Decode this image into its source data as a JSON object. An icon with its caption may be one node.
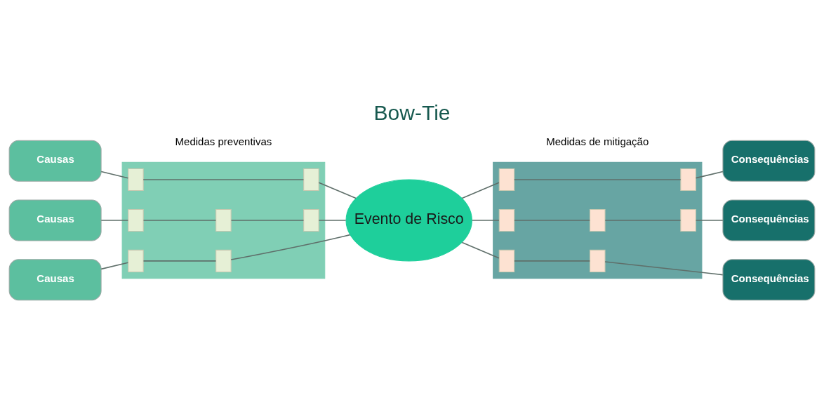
{
  "diagram": {
    "title": "Bow-Tie",
    "nodes": [
      {
        "text": [
          "Causas"
        ]
      },
      {
        "text": [
          "Causas"
        ]
      },
      {
        "text": [
          "Causas"
        ]
      },
      {
        "text": [],
        "shape": "triangle"
      },
      {
        "text": [],
        "shape": "box",
        "in": 3
      },
      {
        "text": [],
        "shape": "box",
        "in": 3
      },
      {
        "text": [],
        "shape": "box",
        "in": 3
      },
      {
        "text": [],
        "shape": "box",
        "in": 3
      },
      {
        "text": [],
        "shape": "box",
        "in": 3
      },
      {
        "text": [],
        "shape": "box",
        "in": 3
      },
      {
        "text": [],
        "shape": "box",
        "in": 3
      },
      {
        "text": [
          "Evento de Risco"
        ]
      },
      {
        "text": [],
        "shape": "triangle"
      },
      {
        "text": [],
        "shape": "box",
        "in": 12
      },
      {
        "text": [],
        "shape": "box",
        "in": 12
      },
      {
        "text": [],
        "shape": "box",
        "in": 12
      },
      {
        "text": [],
        "shape": "box",
        "in": 12
      },
      {
        "text": [],
        "shape": "box",
        "in": 12
      },
      {
        "text": [],
        "shape": "box",
        "in": 12
      },
      {
        "text": [],
        "shape": "box",
        "in": 12
      },
      {
        "text": [
          "Consequências"
        ]
      },
      {
        "text": [
          "Consequências"
        ]
      },
      {
        "text": [
          "Consequências"
        ]
      }
    ],
    "edges": [
      {
        "from": 0,
        "to": 4,
        "arrow": "none"
      },
      {
        "from": 4,
        "to": 5,
        "arrow": "none"
      },
      {
        "from": 5,
        "to": 11,
        "arrow": "none"
      },
      {
        "from": 1,
        "to": 6,
        "arrow": "none"
      },
      {
        "from": 6,
        "to": 7,
        "arrow": "none"
      },
      {
        "from": 7,
        "to": 8,
        "arrow": "none"
      },
      {
        "from": 8,
        "to": 11,
        "arrow": "none"
      },
      {
        "from": 2,
        "to": 9,
        "arrow": "none"
      },
      {
        "from": 9,
        "to": 10,
        "arrow": "none"
      },
      {
        "from": 10,
        "to": 11,
        "arrow": "none"
      },
      {
        "from": 11,
        "to": 13,
        "arrow": "none"
      },
      {
        "from": 13,
        "to": 14,
        "arrow": "none"
      },
      {
        "from": 14,
        "to": 20,
        "arrow": "none"
      },
      {
        "from": 11,
        "to": 15,
        "arrow": "none"
      },
      {
        "from": 15,
        "to": 16,
        "arrow": "none"
      },
      {
        "from": 16,
        "to": 17,
        "arrow": "none"
      },
      {
        "from": 17,
        "to": 21,
        "arrow": "none"
      },
      {
        "from": 11,
        "to": 18,
        "arrow": "none"
      },
      {
        "from": 18,
        "to": 19,
        "arrow": "none"
      },
      {
        "from": 19,
        "to": 22,
        "arrow": "none"
      }
    ],
    "labels": [
      "Medidas preventivas",
      "Medidas de mitigação"
    ]
  }
}
